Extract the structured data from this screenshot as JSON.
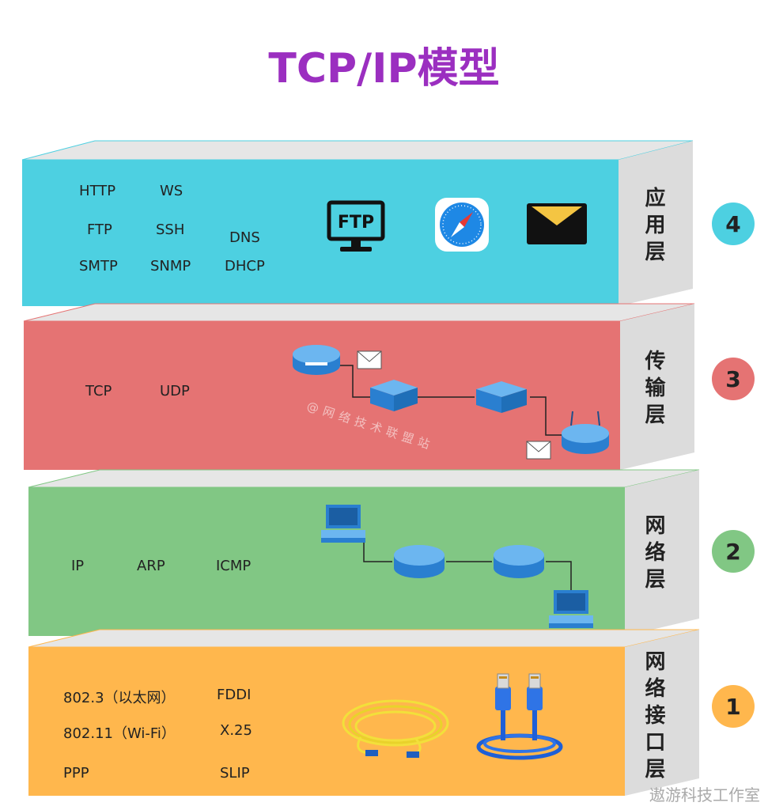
{
  "title": "TCP/IP模型",
  "colors": {
    "title": "#9b2fc0",
    "application": "#4dd0e1",
    "transport": "#e57373",
    "network": "#81c784",
    "link": "#ffb74d",
    "side": "#e0e0e0"
  },
  "layers": [
    {
      "number": "4",
      "name": "应用层",
      "protocols": [
        "HTTP",
        "WS",
        "FTP",
        "SSH",
        "DNS",
        "SMTP",
        "SNMP",
        "DHCP"
      ],
      "icons": [
        "ftp-monitor-icon",
        "safari-compass-icon",
        "mail-envelope-icon"
      ],
      "ftp_icon_text": "FTP"
    },
    {
      "number": "3",
      "name": "传输层",
      "protocols": [
        "TCP",
        "UDP"
      ],
      "icons": [
        "router-icon",
        "switch-icon",
        "mail-icon"
      ]
    },
    {
      "number": "2",
      "name": "网络层",
      "protocols": [
        "IP",
        "ARP",
        "ICMP"
      ],
      "icons": [
        "computer-icon",
        "router-icon"
      ]
    },
    {
      "number": "1",
      "name": "网络接口层",
      "protocols": [
        "802.3（以太网）",
        "FDDI",
        "802.11（Wi-Fi）",
        "X.25",
        "PPP",
        "SLIP"
      ],
      "icons": [
        "fiber-cable-icon",
        "ethernet-cable-icon"
      ]
    }
  ],
  "watermark": "@网络技术联盟站",
  "credit": "遨游科技工作室"
}
